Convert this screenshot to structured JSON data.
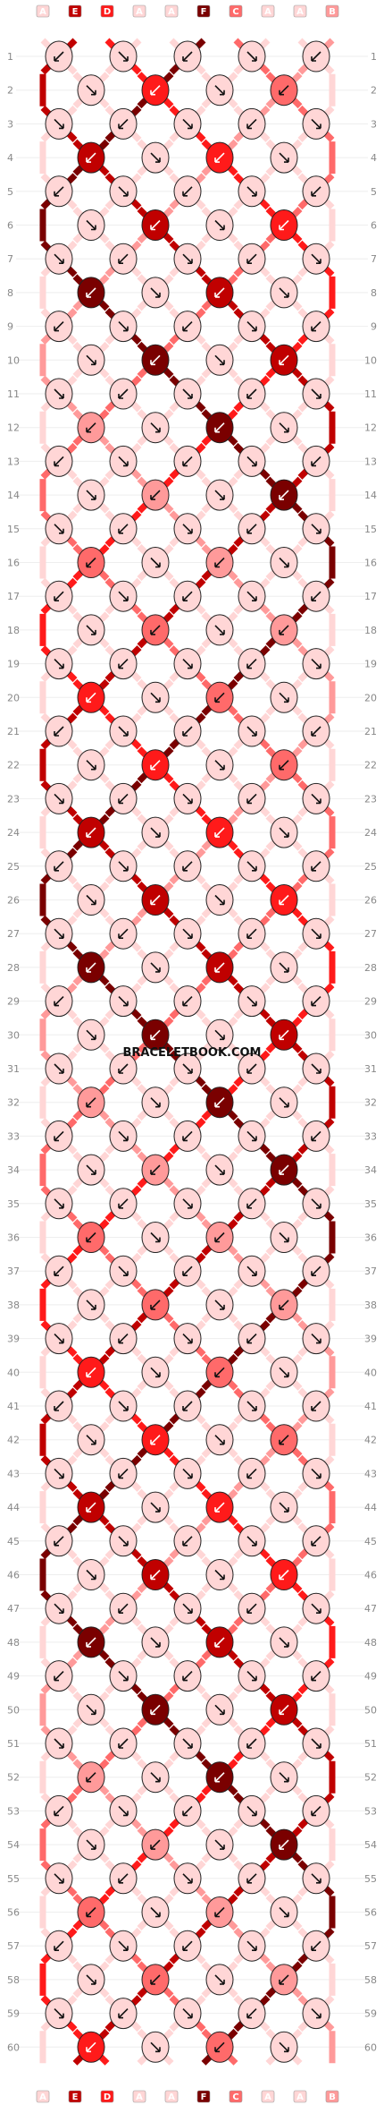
{
  "watermark": "BRACELETBOOK.COM",
  "colors": {
    "A": "#ffd6d6",
    "B": "#ff9a9a",
    "C": "#ff6a6a",
    "D": "#ff1a1a",
    "E": "#c00000",
    "F": "#7a0000"
  },
  "strands": [
    "A",
    "E",
    "D",
    "A",
    "A",
    "F",
    "C",
    "A",
    "A",
    "B"
  ],
  "rows": 60
}
